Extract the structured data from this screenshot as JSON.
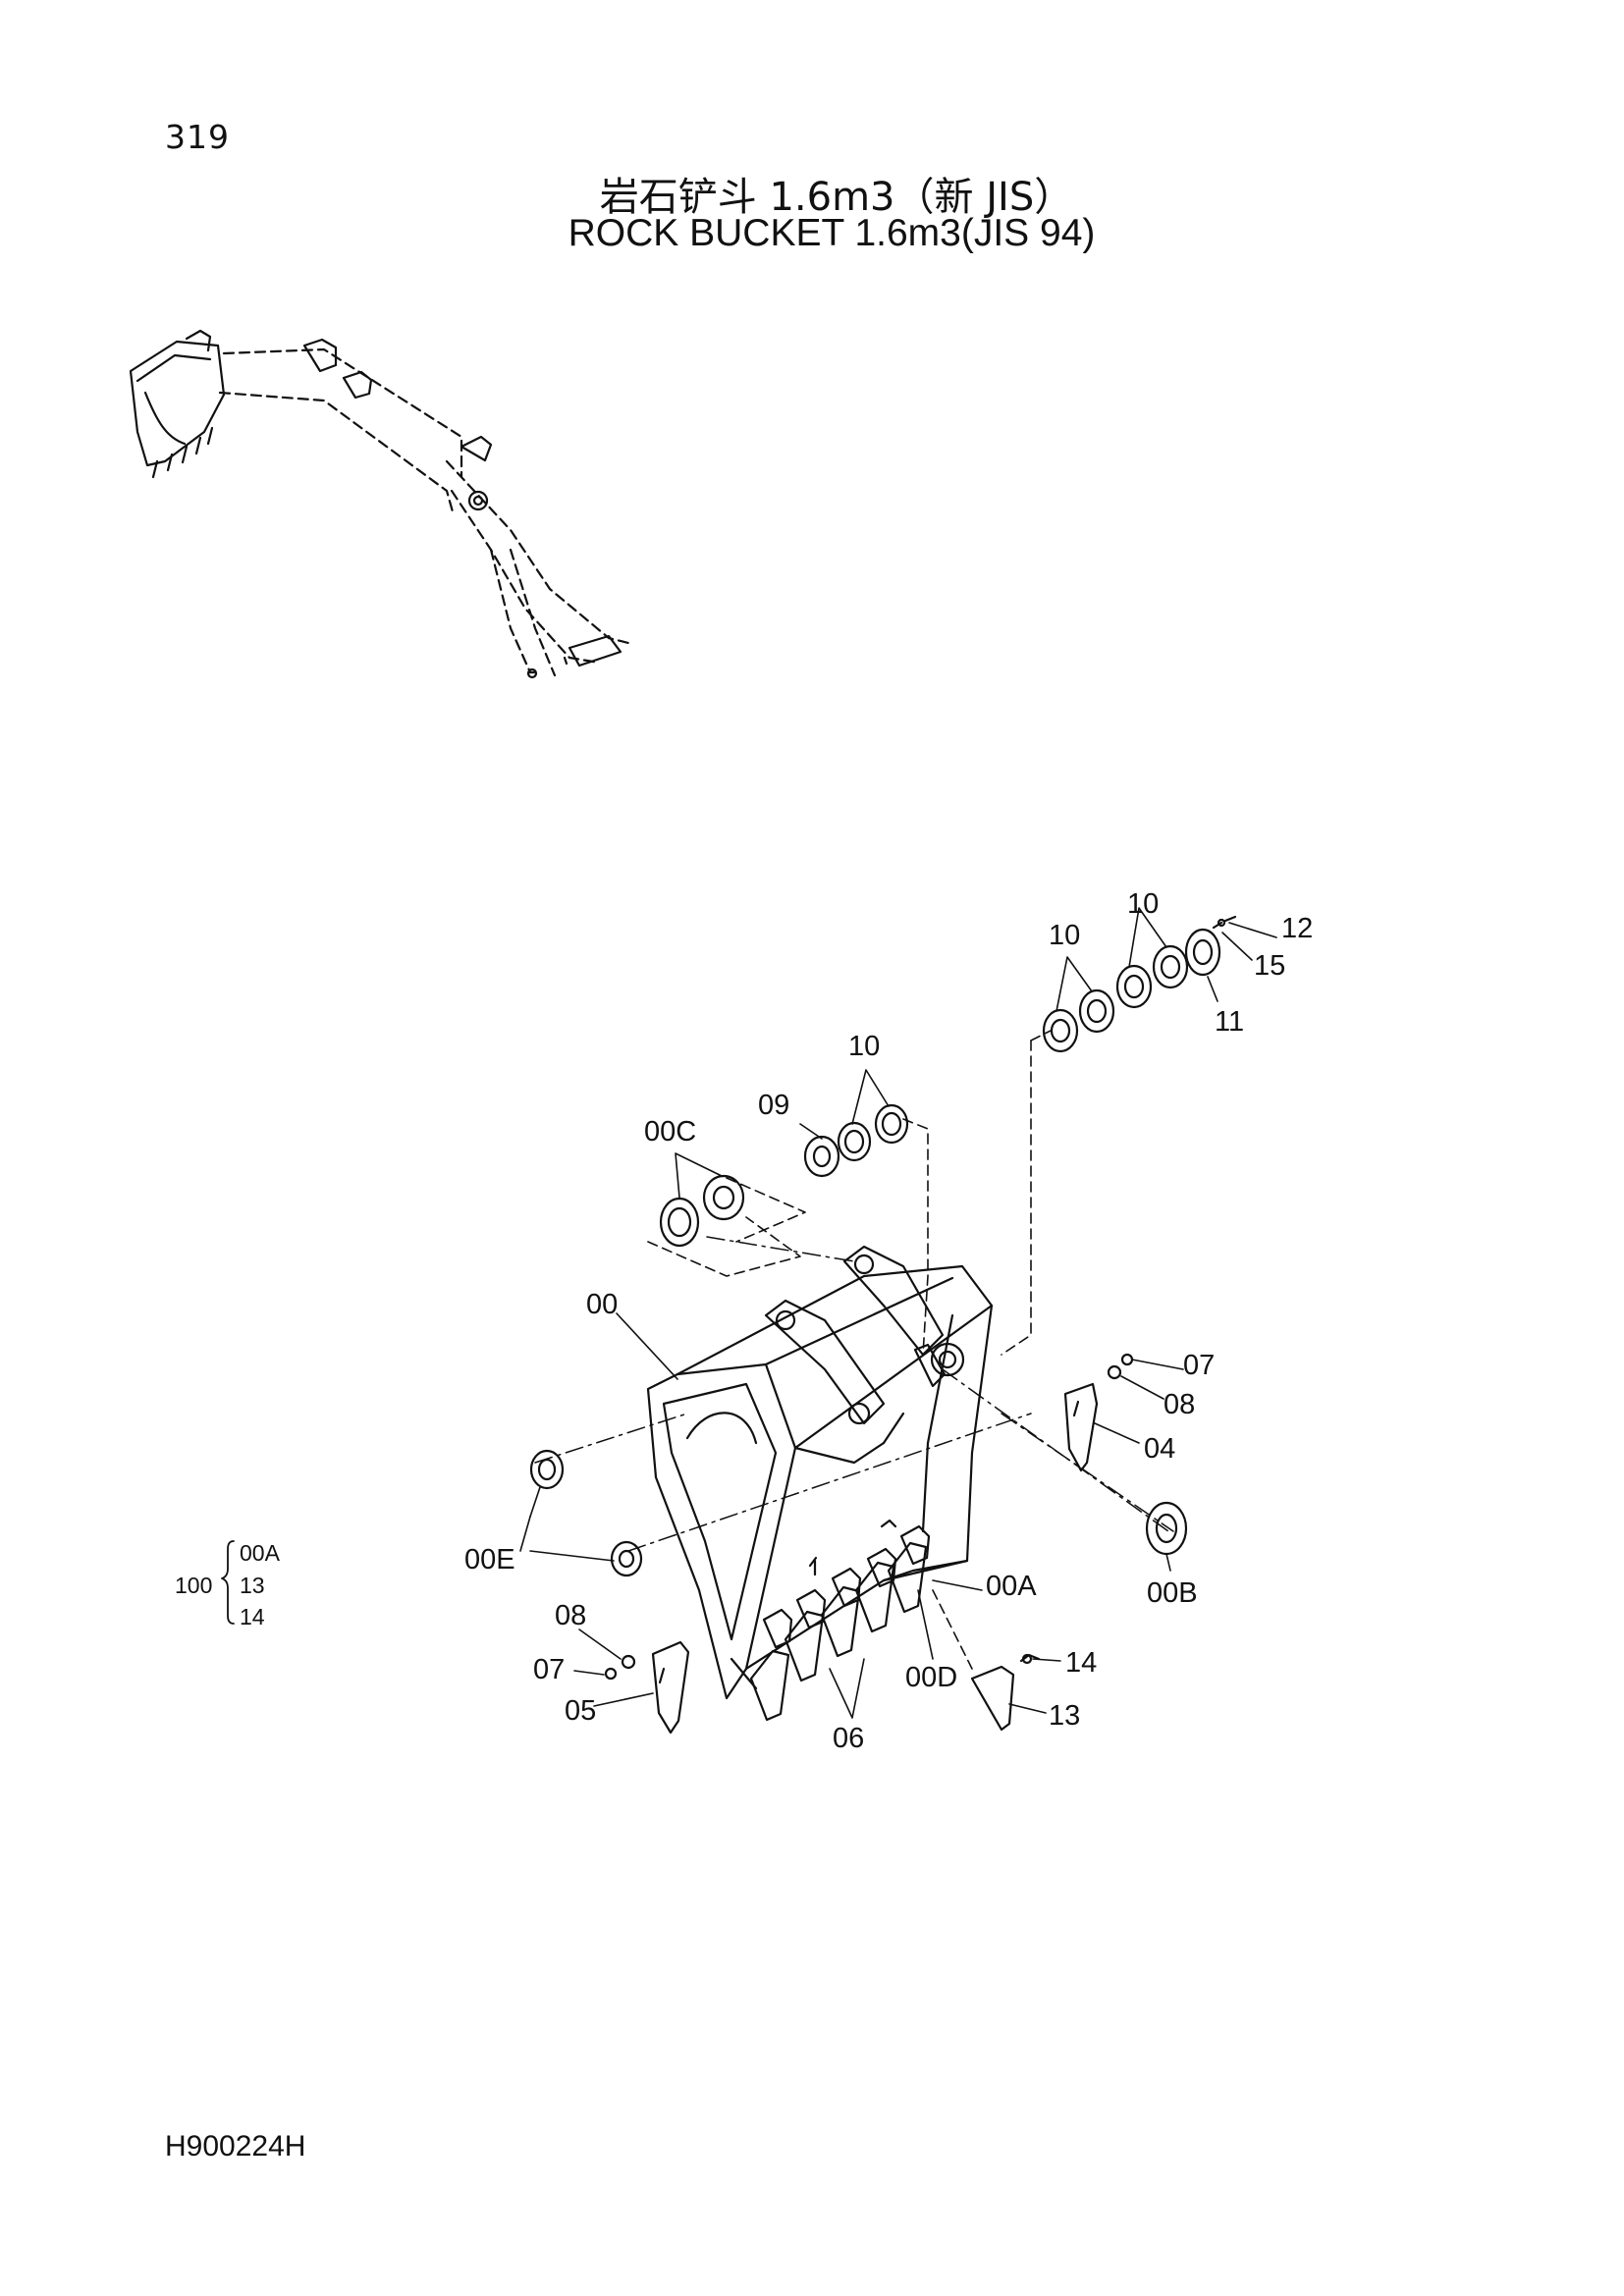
{
  "page_number": "319",
  "title_cn": "岩石铲斗 1.6m3（新 JIS）",
  "title_en": "ROCK BUCKET 1.6m3(JIS 94)",
  "drawing_code": "H900224H",
  "callouts": {
    "p00": "00",
    "p00A": "00A",
    "p00B": "00B",
    "p00C": "00C",
    "p00D": "00D",
    "p00E": "00E",
    "p04": "04",
    "p05": "05",
    "p06": "06",
    "p07_right": "07",
    "p07_left": "07",
    "p08_right": "08",
    "p08_left": "08",
    "p09": "09",
    "p10_a": "10",
    "p10_b": "10",
    "p10_c": "10",
    "p11": "11",
    "p12": "12",
    "p13": "13",
    "p14": "14",
    "p15": "15"
  },
  "group": {
    "number": "100",
    "items": [
      "00A",
      "13",
      "14"
    ]
  }
}
